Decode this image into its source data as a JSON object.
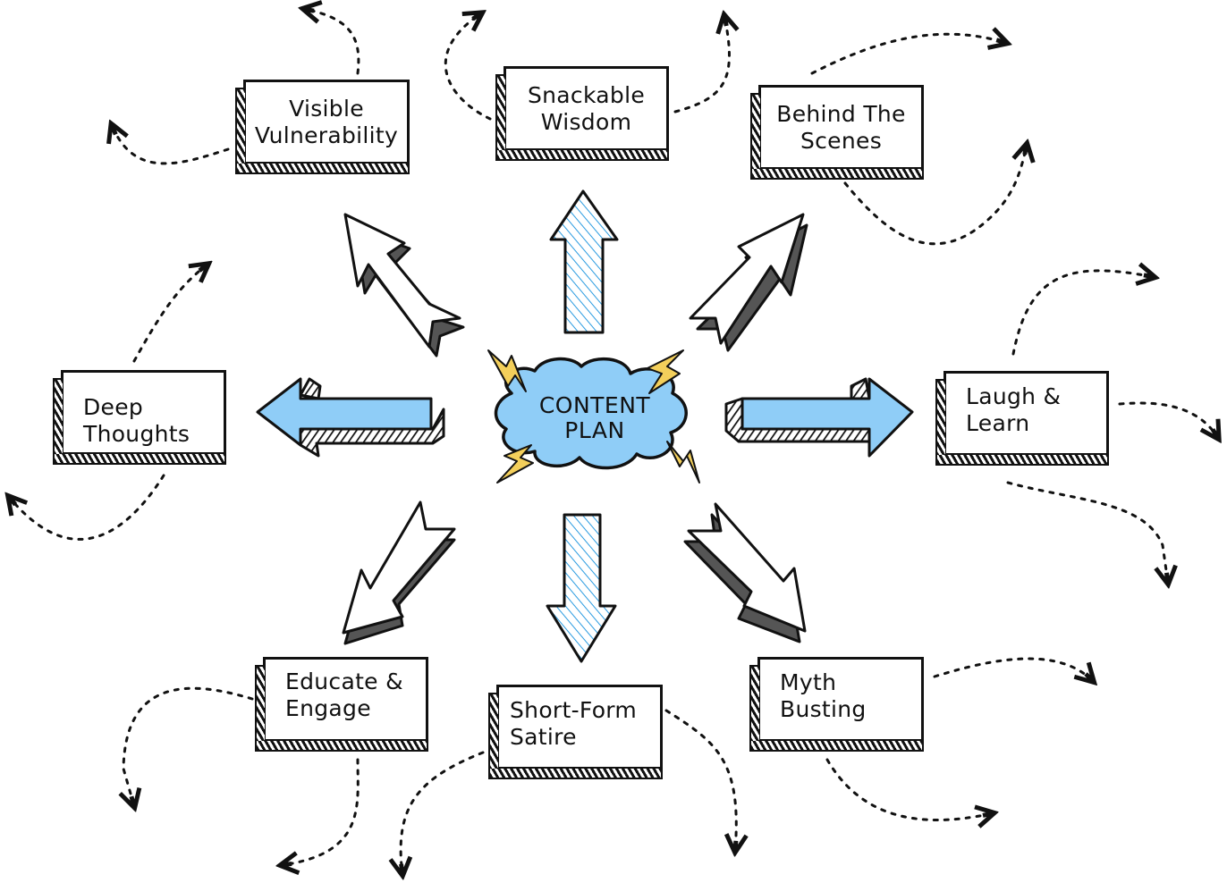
{
  "diagram": {
    "title": "Content Plan mind map",
    "center": {
      "line1": "CONTENT",
      "line2": "PLAN",
      "fill_color": "#8fcdf7",
      "bolt_color": "#f3cf5b"
    },
    "colors": {
      "ink": "#111111",
      "arrow_blue": "#8fcdf7",
      "hatch_blue": "#2a9be0",
      "arrow_shadow": "#555555"
    },
    "branches": [
      {
        "id": "visible-vulnerability",
        "line1": "Visible",
        "line2": "Vulnerability",
        "direction": "up-left"
      },
      {
        "id": "snackable-wisdom",
        "line1": "Snackable",
        "line2": "Wisdom",
        "direction": "up"
      },
      {
        "id": "behind-the-scenes",
        "line1": "Behind The",
        "line2": "Scenes",
        "direction": "up-right"
      },
      {
        "id": "deep-thoughts",
        "line1": "Deep",
        "line2": "Thoughts",
        "direction": "left"
      },
      {
        "id": "laugh-and-learn",
        "line1": "Laugh &",
        "line2": "Learn",
        "direction": "right"
      },
      {
        "id": "educate-and-engage",
        "line1": "Educate &",
        "line2": "Engage",
        "direction": "down-left"
      },
      {
        "id": "short-form-satire",
        "line1": "Short-Form",
        "line2": "Satire",
        "direction": "down"
      },
      {
        "id": "myth-busting",
        "line1": "Myth",
        "line2": "Busting",
        "direction": "down-right"
      }
    ]
  }
}
